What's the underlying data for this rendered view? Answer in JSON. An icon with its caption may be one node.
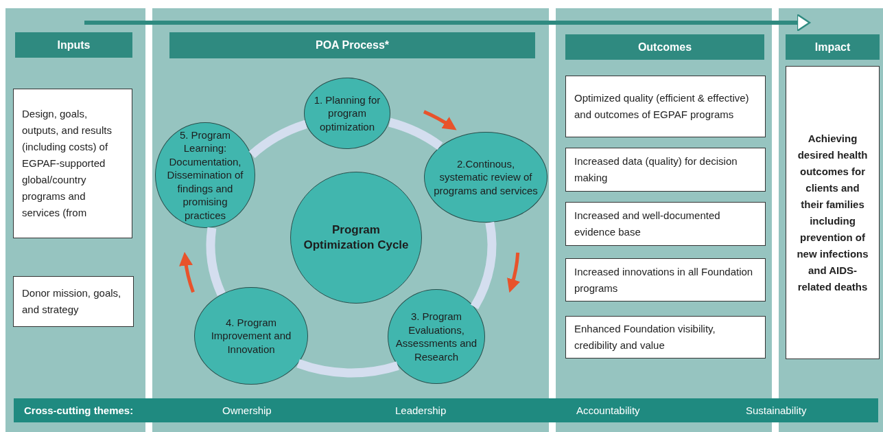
{
  "diagram": {
    "nodes": [
      {
        "text": [
          "Inputs"
        ]
      },
      {
        "text": [
          "Design, goals, outputs, and results (including costs) of EGPAF-supported global/country programs and services (from"
        ],
        "in": 0
      },
      {
        "text": [
          "Donor mission, goals, and strategy"
        ],
        "in": 0
      },
      {
        "text": [
          "POA Process*"
        ]
      },
      {
        "text": [
          "1. Planning for program optimization"
        ],
        "in": 3
      },
      {
        "text": [
          "2.Continous, systematic review of programs and services"
        ],
        "in": 3
      },
      {
        "text": [
          "3. Program Evaluations, Assessments and Research"
        ],
        "in": 3
      },
      {
        "text": [
          "4. Program Improvement and Innovation"
        ],
        "in": 3
      },
      {
        "text": [
          "5. Program Learning: Documentation, Dissemination of findings and promising practices"
        ],
        "in": 3
      },
      {
        "text": [
          "Program Optimization Cycle"
        ],
        "in": 3
      },
      {
        "text": [
          "Outcomes"
        ]
      },
      {
        "text": [
          "Optimized quality (efficient & effective) and outcomes of EGPAF programs"
        ],
        "in": 10
      },
      {
        "text": [
          "Increased data (quality) for decision making"
        ],
        "in": 10
      },
      {
        "text": [
          "Increased and well-documented evidence base"
        ],
        "in": 10
      },
      {
        "text": [
          "Increased innovations in all Foundation programs"
        ],
        "in": 10
      },
      {
        "text": [
          "Enhanced Foundation visibility, credibility and value"
        ],
        "in": 10
      },
      {
        "text": [
          "Impact"
        ]
      },
      {
        "text": [
          "Achieving desired health outcomes for clients and their families including prevention of new infections and AIDS-related deaths"
        ],
        "in": 16
      }
    ],
    "edges": [
      {
        "from": 4,
        "to": 5,
        "arrow": "none"
      },
      {
        "from": 5,
        "to": 6,
        "arrow": "none"
      },
      {
        "from": 6,
        "to": 7,
        "arrow": "none"
      },
      {
        "from": 7,
        "to": 8,
        "arrow": "none"
      },
      {
        "from": 8,
        "to": 4,
        "arrow": "none"
      }
    ],
    "labels": [
      "Cross-cutting themes:",
      "Ownership",
      "Leadership",
      "Accountability",
      "Sustainability"
    ]
  }
}
